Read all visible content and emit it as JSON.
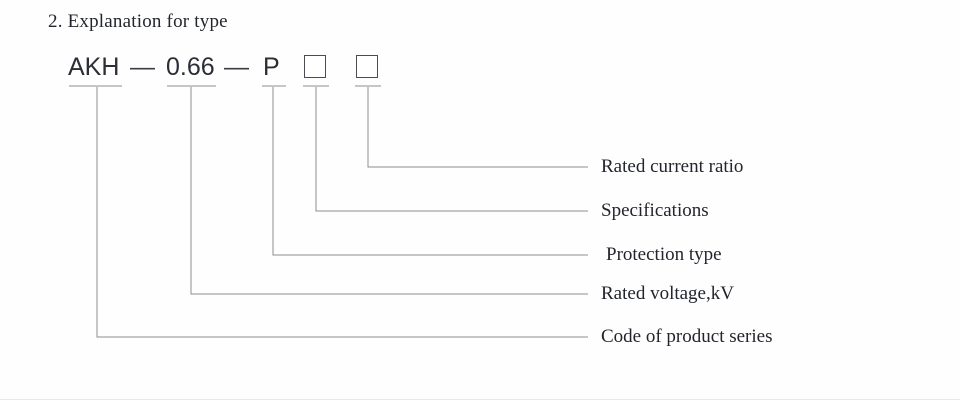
{
  "heading": "2. Explanation for type",
  "type_code": {
    "segments": [
      {
        "id": "series",
        "text": "AKH"
      },
      {
        "id": "voltage",
        "text": "0.66"
      },
      {
        "id": "protection",
        "text": "P"
      }
    ],
    "dashes": [
      "—",
      "—"
    ],
    "boxes": [
      {
        "id": "specification-box",
        "value": ""
      },
      {
        "id": "current-ratio-box",
        "value": ""
      }
    ]
  },
  "callouts": [
    {
      "id": "rated-current-ratio",
      "label": "Rated current ratio"
    },
    {
      "id": "specifications",
      "label": "Specifications"
    },
    {
      "id": "protection-type",
      "label": "Protection type"
    },
    {
      "id": "rated-voltage",
      "label": "Rated voltage,kV"
    },
    {
      "id": "code-of-product-series",
      "label": "Code of product series"
    }
  ],
  "colors": {
    "background": "#fefefe",
    "text": "#23252d",
    "code_text": "#2c2e36",
    "line": "#8d8d90",
    "box_border": "#4a4c54"
  }
}
